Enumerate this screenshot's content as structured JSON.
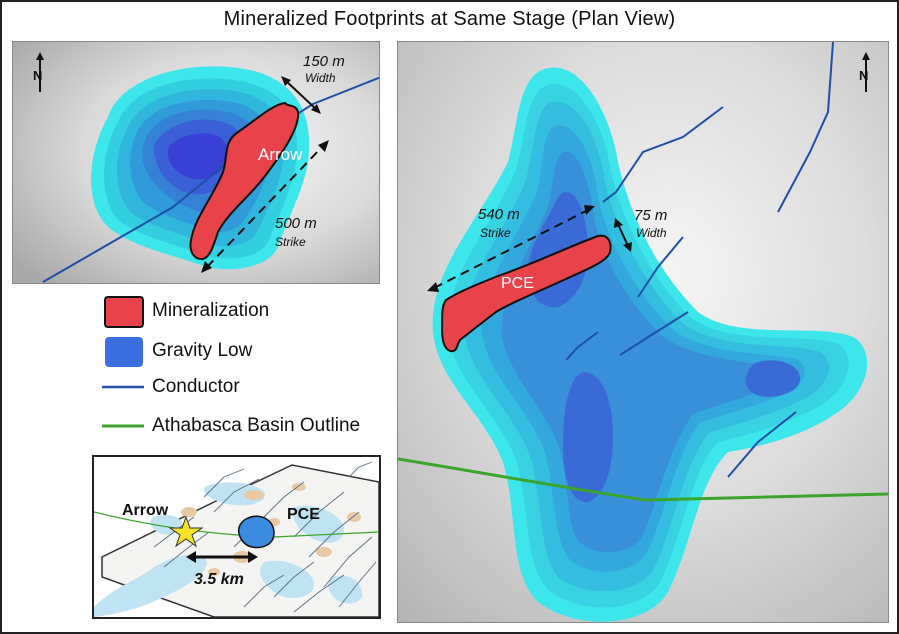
{
  "title": "Mineralized Footprints at Same Stage (Plan View)",
  "left_map": {
    "north_label": "N",
    "deposit_label": "Arrow",
    "width_value": "150 m",
    "width_label": "Width",
    "strike_value": "500 m",
    "strike_label": "Strike"
  },
  "right_map": {
    "north_label": "N",
    "deposit_label": "PCE",
    "strike_value": "540 m",
    "strike_label": "Strike",
    "width_value": "75 m",
    "width_label": "Width"
  },
  "legend": {
    "items": [
      {
        "label": "Mineralization",
        "symbol": "red-polygon",
        "color": "#e8424a"
      },
      {
        "label": "Gravity Low",
        "symbol": "blue-polygon",
        "color": "#3b6fe0"
      },
      {
        "label": "Conductor",
        "symbol": "line",
        "color": "#1f4fa8"
      },
      {
        "label": "Athabasca Basin Outline",
        "symbol": "line",
        "color": "#3aa52a"
      }
    ]
  },
  "location_map": {
    "arrow_label": "Arrow",
    "pce_label": "PCE",
    "distance_label": "3.5 km"
  },
  "colors": {
    "mineralization": "#e8424a",
    "gravity_low_core": "#3a3fd6",
    "gravity_low_edge": "#3fe0e6",
    "conductor": "#1f4fa8",
    "basin_outline": "#3aa52a",
    "star": "#f5e32a"
  }
}
